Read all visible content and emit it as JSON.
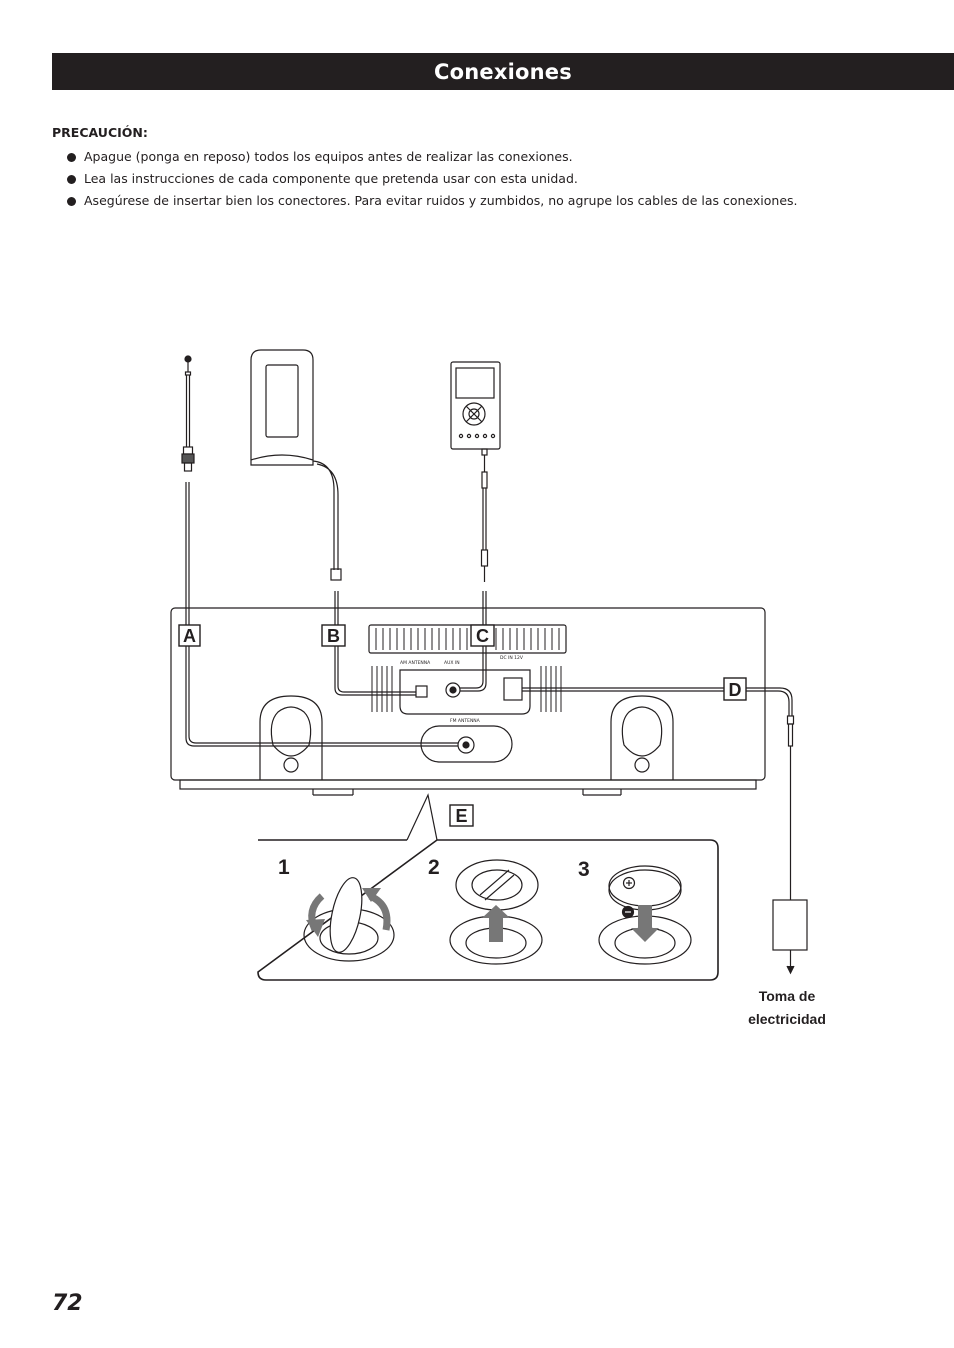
{
  "page": {
    "title": "Conexiones",
    "page_number": "72"
  },
  "caution": {
    "heading": "PRECAUCIÓN:",
    "items": [
      "Apague (ponga en reposo) todos los equipos antes de realizar las conexiones.",
      "Lea las instrucciones de cada componente que pretenda usar con esta unidad.",
      "Asegúrese de insertar bien los conectores. Para evitar ruidos y zumbidos, no agrupe los cables de las conexiones."
    ]
  },
  "diagram": {
    "callouts": {
      "a": "A",
      "b": "B",
      "c": "C",
      "d": "D",
      "e": "E"
    },
    "panel_labels": {
      "am_antenna": "AM ANTENNA",
      "aux_in": "AUX IN",
      "dc_in": "DC IN 12V",
      "fm_antenna": "FM ANTENNA"
    },
    "steps": [
      "1",
      "2",
      "3"
    ],
    "outlet_label_line1": "Toma de",
    "outlet_label_line2": "electricidad"
  },
  "colors": {
    "ink": "#231f20",
    "background": "#ffffff",
    "arrow_gray": "#777777"
  }
}
